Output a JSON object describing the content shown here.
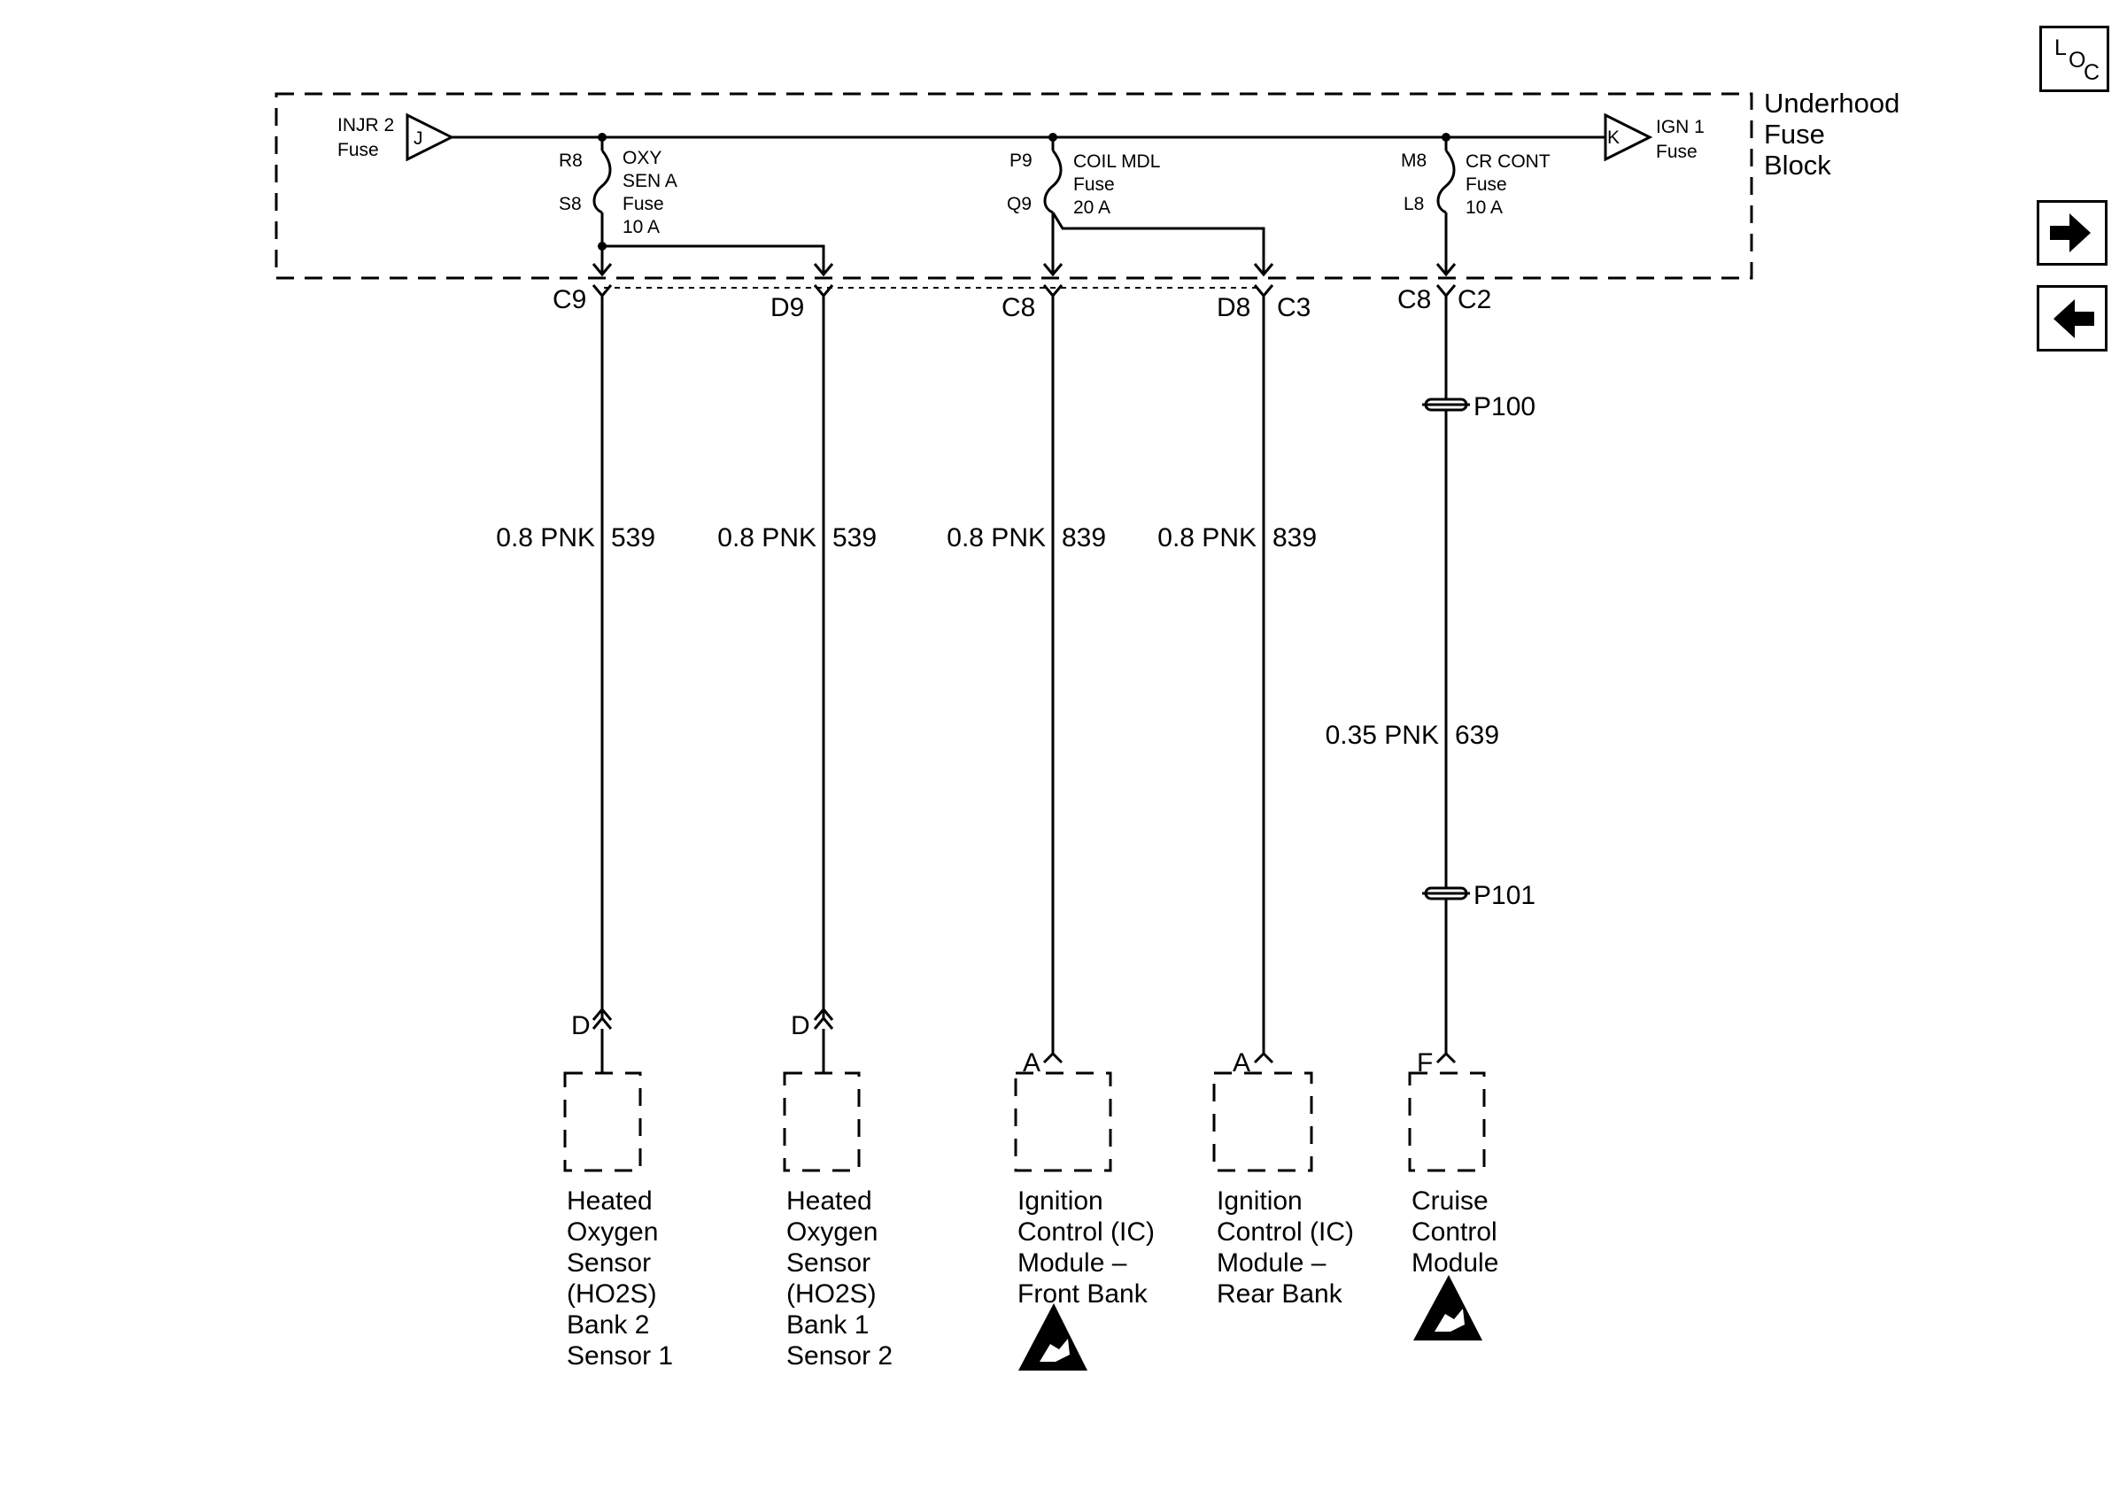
{
  "fuse_block": {
    "label_lines": [
      "Underhood",
      "Fuse",
      "Block"
    ],
    "left_feed": {
      "pin": "J",
      "name_lines": [
        "INJR 2",
        "Fuse"
      ]
    },
    "right_feed": {
      "pin": "K",
      "name_lines": [
        "IGN 1",
        "Fuse"
      ]
    },
    "fuses": [
      {
        "pin_in": "R8",
        "pin_out": "S8",
        "label_lines": [
          "OXY",
          "SEN A",
          "Fuse",
          "10 A"
        ]
      },
      {
        "pin_in": "P9",
        "pin_out": "Q9",
        "label_lines": [
          "COIL MDL",
          "Fuse",
          "20 A"
        ]
      },
      {
        "pin_in": "M8",
        "pin_out": "L8",
        "label_lines": [
          "CR CONT",
          "Fuse",
          "10 A"
        ]
      }
    ]
  },
  "circuits": [
    {
      "terminal": "C9",
      "wire_size_color": "0.8 PNK",
      "circuit": "539",
      "component_pin": "D",
      "component_lines": [
        "Heated",
        "Oxygen",
        "Sensor",
        "(HO2S)",
        "Bank 2",
        "Sensor 1"
      ],
      "esd": false
    },
    {
      "terminal": "D9",
      "wire_size_color": "0.8 PNK",
      "circuit": "539",
      "component_pin": "D",
      "component_lines": [
        "Heated",
        "Oxygen",
        "Sensor",
        "(HO2S)",
        "Bank 1",
        "Sensor 2"
      ],
      "esd": false
    },
    {
      "terminal": "C8",
      "wire_size_color": "0.8 PNK",
      "circuit": "839",
      "component_pin": "A",
      "component_lines": [
        "Ignition",
        "Control (IC)",
        "Module –",
        "Front Bank"
      ],
      "esd": true
    },
    {
      "terminal": "D8",
      "connector": "C3",
      "wire_size_color": "0.8 PNK",
      "circuit": "839",
      "component_pin": "A",
      "component_lines": [
        "Ignition",
        "Control (IC)",
        "Module –",
        "Rear Bank"
      ],
      "esd": false
    },
    {
      "terminal": "C8",
      "connector": "C2",
      "wire_size_color": "0.35 PNK",
      "circuit": "639",
      "component_pin": "F",
      "splices": [
        "P100",
        "P101"
      ],
      "component_lines": [
        "Cruise",
        "Control",
        "Module"
      ],
      "esd": true
    }
  ],
  "nav": {
    "loc_letters": [
      "L",
      "O",
      "C"
    ],
    "forward_icon": "right-arrow-icon",
    "back_icon": "left-arrow-icon"
  }
}
